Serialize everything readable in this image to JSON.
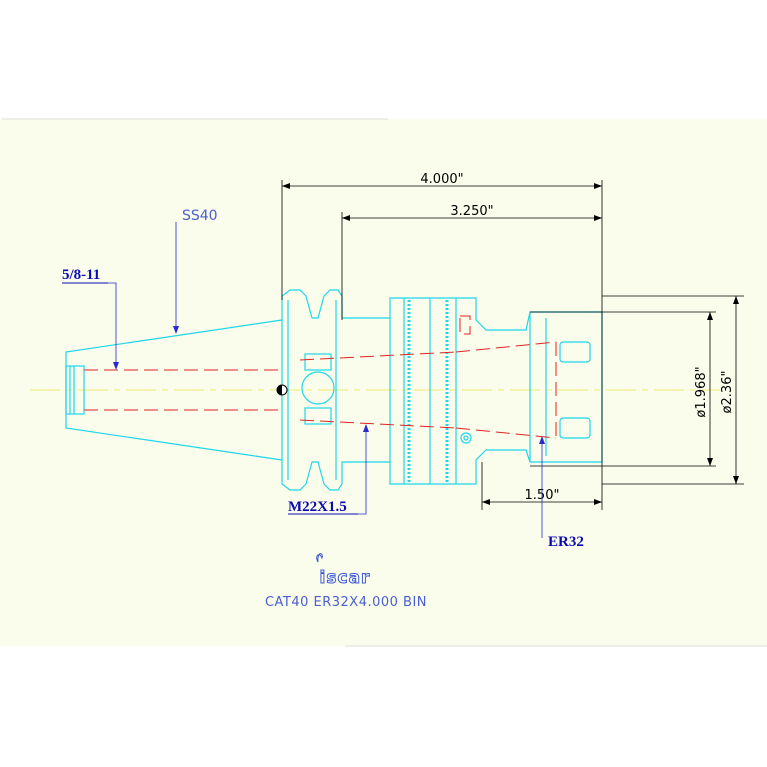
{
  "dimensions": {
    "overall_length": "4.000\"",
    "gauge_length": "3.250\"",
    "nose_length": "1.50\"",
    "nose_diameter": "ø1.968\"",
    "flange_diameter": "ø2.36\""
  },
  "callouts": {
    "retention_knob": "SS40",
    "drawbar_thread": "5/8-11",
    "back_thread": "M22X1.5",
    "collet": "ER32"
  },
  "brand": {
    "logo_text": "iscar"
  },
  "caption": "CAT40 ER32X4.000 BIN",
  "colors": {
    "background": "#fbfdec",
    "outline": "#1ed6ea",
    "hidden": "#e02424",
    "dimension": "#000000",
    "callout": "#0a0ab4",
    "centerline": "#f3f09a"
  }
}
